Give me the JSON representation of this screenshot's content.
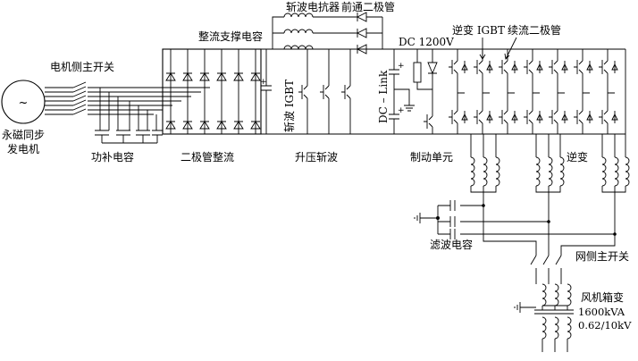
{
  "generator": {
    "symbol": "~",
    "name_line1": "永磁同步",
    "name_line2": "发电机"
  },
  "labels": {
    "machine_switch": "电机侧主开关",
    "comp_caps": "功补电容",
    "diode_rectifier": "二极管整流",
    "dc_support_cap": "整流支撑电容",
    "chopper_reactor": "斩波电抗器",
    "forward_diode": "前通二极管",
    "chopper_igbt": "斩波 IGBT",
    "boost_chopper": "升压斩波",
    "dc_link": "DC – Link",
    "dc_voltage": "DC 1200V",
    "inverter_igbt": "逆变 IGBT",
    "freewheel_diode": "续流二极管",
    "braking_unit": "制动单元",
    "inverter": "逆变",
    "filter_caps": "滤波电容",
    "grid_switch": "网侧主开关",
    "transformer": "风机箱变",
    "transformer_rating": "1600kVA",
    "transformer_ratio": "0.62/10kV"
  }
}
